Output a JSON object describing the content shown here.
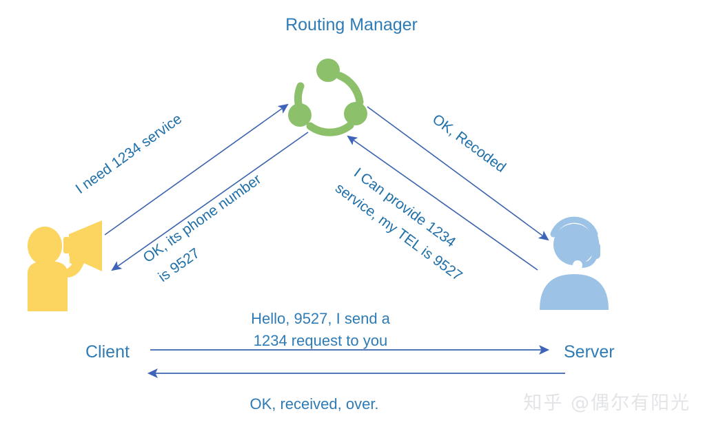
{
  "title": "Routing Manager",
  "colors": {
    "text_blue": "#2E7BB5",
    "line_blue": "#3A63AD",
    "arrow_blue": "#3E63B8",
    "hub_green": "#8DC06A",
    "client_yellow": "#FCD561",
    "server_blue": "#9CC3E5",
    "watermark_gray": "#E2E4E7",
    "background": "#FFFFFF"
  },
  "nodes": {
    "hub": {
      "label": "Routing Manager",
      "icon": "network-hub-icon"
    },
    "client": {
      "label": "Client",
      "icon": "megaphone-person-icon"
    },
    "server": {
      "label": "Server",
      "icon": "headset-agent-icon"
    }
  },
  "diagonal_messages": [
    {
      "id": "client-to-hub",
      "lines": [
        "I need 1234 service"
      ],
      "from": "client",
      "to": "hub",
      "direction": "up-right"
    },
    {
      "id": "hub-to-client",
      "lines": [
        "OK, its phone number",
        "is 9527"
      ],
      "from": "hub",
      "to": "client",
      "direction": "down-left"
    },
    {
      "id": "hub-to-server",
      "lines": [
        "OK, Recoded"
      ],
      "from": "hub",
      "to": "server",
      "direction": "down-right"
    },
    {
      "id": "server-to-hub",
      "lines": [
        "I Can provide 1234",
        "service, my TEL is 9527"
      ],
      "from": "server",
      "to": "hub",
      "direction": "up-left"
    }
  ],
  "horizontal_messages": [
    {
      "id": "client-request",
      "lines": [
        "Hello, 9527, I send a",
        "1234 request to you"
      ],
      "direction": "right"
    },
    {
      "id": "server-reply",
      "lines": [
        "OK, received, over."
      ],
      "direction": "left"
    }
  ],
  "watermark": "知乎 @偶尔有阳光"
}
